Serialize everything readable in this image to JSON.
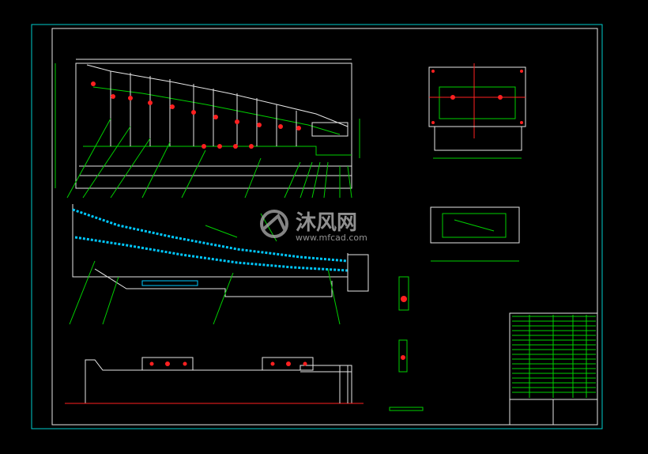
{
  "colors": {
    "background": "#000000",
    "frame": "#00cccc",
    "lines": "#00d000",
    "white_lines": "#e6e6e6",
    "red_marks": "#ff2020",
    "hatch": "#00c8ff",
    "watermark": "#b0b0b0"
  },
  "watermark": {
    "logo_name": "mfcad-logo",
    "title": "沐风网",
    "url": "www.mfcad.com"
  }
}
